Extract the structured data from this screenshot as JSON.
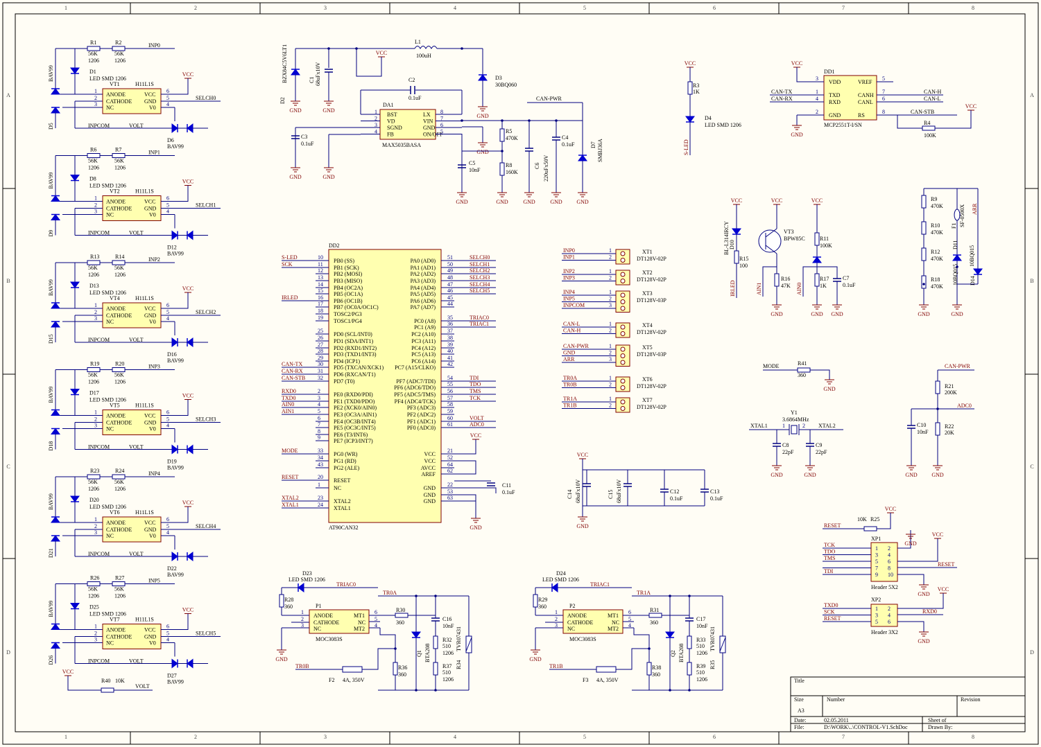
{
  "zones_x": [
    "1",
    "2",
    "3",
    "4",
    "5",
    "6",
    "7",
    "8"
  ],
  "zones_y": [
    "A",
    "B",
    "C",
    "D"
  ],
  "optos": [
    {
      "r1": "R1",
      "r2": "R2",
      "r1v": "56K",
      "r2v": "56K",
      "pkg": "1206",
      "inp": "INP0",
      "led": "D1",
      "led_t": "LED SMD 1206",
      "vt": "VT1",
      "ic": "H11L1S",
      "sel": "SELCH0",
      "d_left": "D5",
      "d_bot": "D6",
      "bav": "BAV99",
      "vcc": "VCC"
    },
    {
      "r1": "R6",
      "r2": "R7",
      "r1v": "56K",
      "r2v": "56K",
      "pkg": "1206",
      "inp": "INP1",
      "led": "D8",
      "led_t": "LED SMD 1206",
      "vt": "VT2",
      "ic": "H11L1S",
      "sel": "SELCH1",
      "d_left": "D9",
      "d_bot": "D12",
      "bav": "BAV99",
      "vcc": "VCC"
    },
    {
      "r1": "R13",
      "r2": "R14",
      "r1v": "56K",
      "r2v": "56K",
      "pkg": "1206",
      "inp": "INP2",
      "led": "D13",
      "led_t": "LED SMD 1206",
      "vt": "VT4",
      "ic": "H11L1S",
      "sel": "SELCH2",
      "d_left": "D15",
      "d_bot": "D16",
      "bav": "BAV99",
      "vcc": "VCC"
    },
    {
      "r1": "R19",
      "r2": "R20",
      "r1v": "56K",
      "r2v": "56K",
      "pkg": "1206",
      "inp": "INP3",
      "led": "D17",
      "led_t": "LED SMD 1206",
      "vt": "VT5",
      "ic": "H11L1S",
      "sel": "SELCH3",
      "d_left": "D18",
      "d_bot": "D19",
      "bav": "BAV99",
      "vcc": "VCC"
    },
    {
      "r1": "R23",
      "r2": "R24",
      "r1v": "56K",
      "r2v": "56K",
      "pkg": "1206",
      "inp": "INP4",
      "led": "D20",
      "led_t": "LED SMD 1206",
      "vt": "VT6",
      "ic": "H11L1S",
      "sel": "SELCH4",
      "d_left": "D21",
      "d_bot": "D22",
      "bav": "BAV99",
      "vcc": "VCC"
    },
    {
      "r1": "R26",
      "r2": "R27",
      "r1v": "56K",
      "r2v": "56K",
      "pkg": "1206",
      "inp": "INP5",
      "led": "D25",
      "led_t": "LED SMD 1206",
      "vt": "VT7",
      "ic": "H11L1S",
      "sel": "SELCH5",
      "d_left": "D26",
      "d_bot": "D27",
      "bav": "BAV99",
      "vcc": "VCC"
    }
  ],
  "opto_pins": {
    "anode": "ANODE",
    "cathode": "CATHODE",
    "nc": "NC",
    "vcc": "VCC",
    "gnd": "GND",
    "v0": "V0",
    "inpcom": "INPCOM",
    "volt": "VOLT"
  },
  "r40": {
    "ref": "R40",
    "val": "10K",
    "net": "VOLT",
    "vcc": "VCC"
  },
  "psu": {
    "d2": "D2",
    "d2v": "BZX84C5V6LT1",
    "c1": "C1",
    "c1v": "68uFx10V",
    "l1": "L1",
    "l1v": "100uH",
    "vcc": "VCC",
    "c2": "C2",
    "c2v": "0.1uF",
    "d3": "D3",
    "d3v": "30BQ060",
    "da1": "DA1",
    "ic": "MAX5035BASA",
    "pins_l": [
      "BST",
      "VD",
      "SGND",
      "FB"
    ],
    "pins_r": [
      "LX",
      "VIN",
      "GND",
      "ON/OFF"
    ],
    "pn_l": [
      "1",
      "2",
      "3",
      "4"
    ],
    "pn_r": [
      "8",
      "7",
      "6",
      "5"
    ],
    "c3": "C3",
    "c3v": "0.1uF",
    "c5": "C5",
    "c5v": "10nF",
    "r5": "R5",
    "r5v": "470K",
    "r8": "R8",
    "r8v": "160K",
    "c6": "C6",
    "c6v": "220uFx50V",
    "c4": "C4",
    "c4v": "0.1uF",
    "d7": "D7",
    "d7v": "SMBJ36A",
    "canpwr": "CAN-PWR"
  },
  "led4": {
    "r3": "R3",
    "r3v": "1K",
    "d4": "D4",
    "d4v": "LED SMD 1206",
    "net": "S-LED",
    "vcc": "VCC"
  },
  "can": {
    "dd1": "DD1",
    "ic": "MCP2551T-I/SN",
    "pl": [
      "VDD",
      "TXD",
      "RXD",
      "GND"
    ],
    "pr": [
      "VREF",
      "CANH",
      "CANL",
      "RS"
    ],
    "pnl": [
      "3",
      "1",
      "4",
      "2"
    ],
    "pnr": [
      "5",
      "7",
      "6",
      "8"
    ],
    "txn": "CAN-TX",
    "rxn": "CAN-RX",
    "canh": "CAN-H",
    "canl": "CAN-L",
    "stb": "CAN-STB",
    "r4": "R4",
    "r4v": "100K",
    "vcc": "VCC"
  },
  "mcu": {
    "ref": "DD2",
    "ic": "AT90CAN32",
    "left": [
      [
        "S-LED",
        "10",
        "PB0 (SS)"
      ],
      [
        "SCK",
        "11",
        "PB1 (SCK)"
      ],
      [
        "",
        "12",
        "PB2 (MOSI)"
      ],
      [
        "",
        "13",
        "PB3 (MISO)"
      ],
      [
        "",
        "14",
        "PB4 (OC2A)"
      ],
      [
        "",
        "15",
        "PB5 (OC1A)"
      ],
      [
        "IRLED",
        "16",
        "PB6 (OC1B)"
      ],
      [
        "",
        "17",
        "PB7 (OC0A/OC1C)"
      ],
      [
        "",
        "18",
        "TOSC2/PG3"
      ],
      [
        "",
        "19",
        "TOSC1/PG4"
      ],
      [
        "",
        "25",
        "PD0 (SCL/INT0)"
      ],
      [
        "",
        "26",
        "PD1 (SDA/INT1)"
      ],
      [
        "",
        "27",
        "PD2 (RXD1/INT2)"
      ],
      [
        "",
        "28",
        "PD3 (TXD1/INT3)"
      ],
      [
        "",
        "29",
        "PD4 (ICP1)"
      ],
      [
        "CAN-TX",
        "30",
        "PD5 (TXCAN/XCK1)"
      ],
      [
        "CAN-RX",
        "31",
        "PD6 (RXCAN/T1)"
      ],
      [
        "CAN-STB",
        "32",
        "PD7 (T0)"
      ],
      [
        "RXD0",
        "2",
        "PE0 (RXD0/PDI)"
      ],
      [
        "TXD0",
        "3",
        "PE1 (TXD0/PDO)"
      ],
      [
        "AIN0",
        "4",
        "PE2 (XCK0/AIN0)"
      ],
      [
        "AIN1",
        "5",
        "PE3 (OC3A/AIN1)"
      ],
      [
        "",
        "6",
        "PE4 (OC3B/INT4)"
      ],
      [
        "",
        "7",
        "PE5 (OC3C/INT5)"
      ],
      [
        "",
        "8",
        "PE6 (T3/INT6)"
      ],
      [
        "",
        "9",
        "PE7 (ICP3/INT7)"
      ],
      [
        "MODE",
        "33",
        "PG0 (WR)"
      ],
      [
        "",
        "34",
        "PG1 (RD)"
      ],
      [
        "",
        "43",
        "PG2 (ALE)"
      ],
      [
        "RESET",
        "20",
        "RESET"
      ],
      [
        "",
        "1",
        "NC"
      ],
      [
        "XTAL2",
        "23",
        "XTAL2"
      ],
      [
        "XTAL1",
        "24",
        "XTAL1"
      ]
    ],
    "right": [
      [
        "SELCH0",
        "51",
        "PA0 (AD0)"
      ],
      [
        "SELCH1",
        "50",
        "PA1 (AD1)"
      ],
      [
        "SELCH2",
        "49",
        "PA2 (AD2)"
      ],
      [
        "SELCH3",
        "48",
        "PA3 (AD3)"
      ],
      [
        "SELCH4",
        "47",
        "PA4 (AD4)"
      ],
      [
        "SELCH5",
        "46",
        "PA5 (AD5)"
      ],
      [
        "",
        "45",
        "PA6 (AD6)"
      ],
      [
        "",
        "44",
        "PA7 (AD7)"
      ],
      [
        "TRIAC0",
        "35",
        "PC0 (A8)"
      ],
      [
        "TRIAC1",
        "36",
        "PC1 (A9)"
      ],
      [
        "",
        "37",
        "PC2 (A10)"
      ],
      [
        "",
        "38",
        "PC3 (A11)"
      ],
      [
        "",
        "39",
        "PC4 (A12)"
      ],
      [
        "",
        "40",
        "PC5 (A13)"
      ],
      [
        "",
        "41",
        "PC6 (A14)"
      ],
      [
        "",
        "42",
        "PC7 (A15/CLKO)"
      ],
      [
        "TDI",
        "54",
        "PF7 (ADC7/TDI)"
      ],
      [
        "TDO",
        "55",
        "PF6 (ADC6/TDO)"
      ],
      [
        "TMS",
        "56",
        "PF5 (ADC5/TMS)"
      ],
      [
        "TCK",
        "57",
        "PF4 (ADC4/TCK)"
      ],
      [
        "",
        "58",
        "PF3 (ADC3)"
      ],
      [
        "",
        "59",
        "PF2 (ADC2)"
      ],
      [
        "VOLT",
        "60",
        "PF1 (ADC1)"
      ],
      [
        "ADC0",
        "61",
        "PF0 (ADC0)"
      ],
      [
        "",
        "21",
        "VCC"
      ],
      [
        "",
        "52",
        "VCC"
      ],
      [
        "",
        "64",
        "AVCC"
      ],
      [
        "",
        "62",
        "AREF"
      ],
      [
        "",
        "22",
        "GND"
      ],
      [
        "",
        "53",
        "GND"
      ],
      [
        "",
        "63",
        "GND"
      ]
    ],
    "vcc": "VCC",
    "c11": "C11",
    "c11v": "0.1uF"
  },
  "connectors": [
    {
      "ref": "XT1",
      "val": "DT128V-02P",
      "nets": [
        "INP0",
        "INP1"
      ]
    },
    {
      "ref": "XT2",
      "val": "DT128V-02P",
      "nets": [
        "INP2",
        "INP3"
      ]
    },
    {
      "ref": "XT3",
      "val": "DT128V-03P",
      "nets": [
        "INP4",
        "INP5",
        "INPCOM"
      ]
    },
    {
      "ref": "XT4",
      "val": "DT128V-02P",
      "nets": [
        "CAN-L",
        "CAN-H"
      ]
    },
    {
      "ref": "XT5",
      "val": "DT128V-03P",
      "nets": [
        "CAN-PWR",
        "GND",
        "ARR"
      ]
    },
    {
      "ref": "XT6",
      "val": "DT128V-02P",
      "nets": [
        "TR0A",
        "TR0B"
      ]
    },
    {
      "ref": "XT7",
      "val": "DT128V-02P",
      "nets": [
        "TR1A",
        "TR1B"
      ]
    }
  ],
  "caps_bottom": {
    "vcc": "VCC",
    "c14": "C14",
    "c14v": "68uFx10V",
    "c15": "C15",
    "c15v": "68uFx10V",
    "c12": "C12",
    "c12v": "0.1uF",
    "c13": "C13",
    "c13v": "0.1uF"
  },
  "ir": {
    "d10": "D10",
    "d10v": "BL-L314IRCY",
    "r15": "R15",
    "r15v": "100",
    "net": "IRLED",
    "vt3": "VT3",
    "vt3v": "BPW85C",
    "r16": "R16",
    "r16v": "47K",
    "ain1": "AIN1",
    "r11": "R11",
    "r11v": "100K",
    "r17": "R17",
    "r17v": "1K",
    "c7": "C7",
    "c7v": "0.1uF",
    "ain0": "AIN0",
    "vcc": "VCC"
  },
  "arr": {
    "r9": "R9",
    "r9v": "470K",
    "r10": "R10",
    "r10v": "470K",
    "r12": "R12",
    "r12v": "470K",
    "r18": "R18",
    "r18v": "470K",
    "f1": "F1",
    "f1v": "SF-0500X",
    "d11": "D11",
    "d11v": "10BQ015",
    "d14": "D14",
    "d14v": "10BQ015",
    "net": "ARR"
  },
  "mode": {
    "net": "MODE",
    "r41": "R41",
    "r41v": "360"
  },
  "adc": {
    "net": "CAN-PWR",
    "r21": "R21",
    "r21v": "200K",
    "adc": "ADC0",
    "c10": "C10",
    "c10v": "10nF",
    "r22": "R22",
    "r22v": "20K"
  },
  "xtal": {
    "y1": "Y1",
    "y1v": "3.6864MHz",
    "x1": "XTAL1",
    "x2": "XTAL2",
    "c8": "C8",
    "c8v": "22pF",
    "c9": "C9",
    "c9v": "22pF"
  },
  "jtag": {
    "reset": "RESET",
    "r25": "R25",
    "r25v": "10K",
    "vcc": "VCC",
    "xp1": "XP1",
    "xp1v": "Header 5X2",
    "pins": [
      "TCK",
      "TDO",
      "TMS",
      "",
      "TDI"
    ],
    "reset2": "RESET"
  },
  "isp": {
    "xp2": "XP2",
    "xp2v": "Header 3X2",
    "pins": [
      "TXD0",
      "SCK",
      "RESET"
    ],
    "rxd": "RXD0",
    "vcc": "VCC"
  },
  "triacs": [
    {
      "d": "D23",
      "dv": "LED SMD 1206",
      "net": "TRIAC0",
      "r28": "R28",
      "r28v": "360",
      "p": "P1",
      "ic": "MOC3083S",
      "r30": "R30",
      "r30v": "360",
      "ta": "TR0A",
      "tb": "TR0B",
      "c16": "C16",
      "c16v": "10nF",
      "r32": "R32",
      "r32v": "510",
      "r32p": "1206",
      "r37": "R37",
      "r37v": "510",
      "r37p": "1206",
      "q": "Q1",
      "qv": "BTA208",
      "tvr": "R34",
      "tvrv": "TVR07431",
      "r36": "R36",
      "r36v": "360",
      "f": "F2",
      "fv": "4A, 350V"
    },
    {
      "d": "D24",
      "dv": "LED SMD 1206",
      "net": "TRIAC1",
      "r28": "R29",
      "r28v": "360",
      "p": "P2",
      "ic": "MOC3083S",
      "r30": "R31",
      "r30v": "360",
      "ta": "TR1A",
      "tb": "TR1B",
      "c16": "C17",
      "c16v": "10nF",
      "r32": "R33",
      "r32v": "510",
      "r32p": "1206",
      "r37": "R39",
      "r37v": "510",
      "r37p": "1206",
      "q": "Q2",
      "qv": "BTA208",
      "tvr": "R35",
      "tvrv": "TVR07431",
      "r36": "R38",
      "r36v": "360",
      "f": "F3",
      "fv": "4A, 350V"
    }
  ],
  "moc_pins": {
    "anode": "ANODE",
    "cathode": "CATHODE",
    "nc": "NC",
    "mt1": "MT1",
    "nc2": "NC",
    "mt2": "MT2"
  },
  "gnd": "GND",
  "title_block": {
    "title": "Title",
    "size": "Size",
    "size_v": "A3",
    "number": "Number",
    "revision": "Revision",
    "date": "Date:",
    "date_v": "02.05.2011",
    "sheet": "Sheet   of",
    "file": "File:",
    "file_v": "D:\\WORK\\..\\CONTROL-V1.SchDoc",
    "drawn": "Drawn By:"
  }
}
